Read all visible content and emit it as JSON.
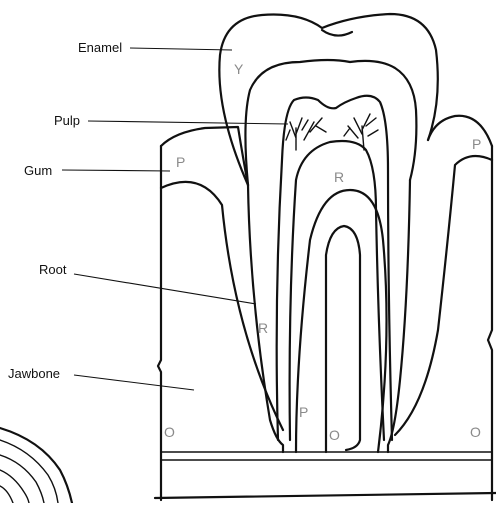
{
  "labels": {
    "enamel": "Enamel",
    "pulp": "Pulp",
    "gum": "Gum",
    "root": "Root",
    "jawbone": "Jawbone"
  },
  "region_letters": {
    "y": "Y",
    "p_gum_left": "P",
    "p_gum_right": "P",
    "r_pulp": "R",
    "r_root": "R",
    "p_root": "P",
    "o_left": "O",
    "o_middle": "O",
    "o_right": "O"
  }
}
